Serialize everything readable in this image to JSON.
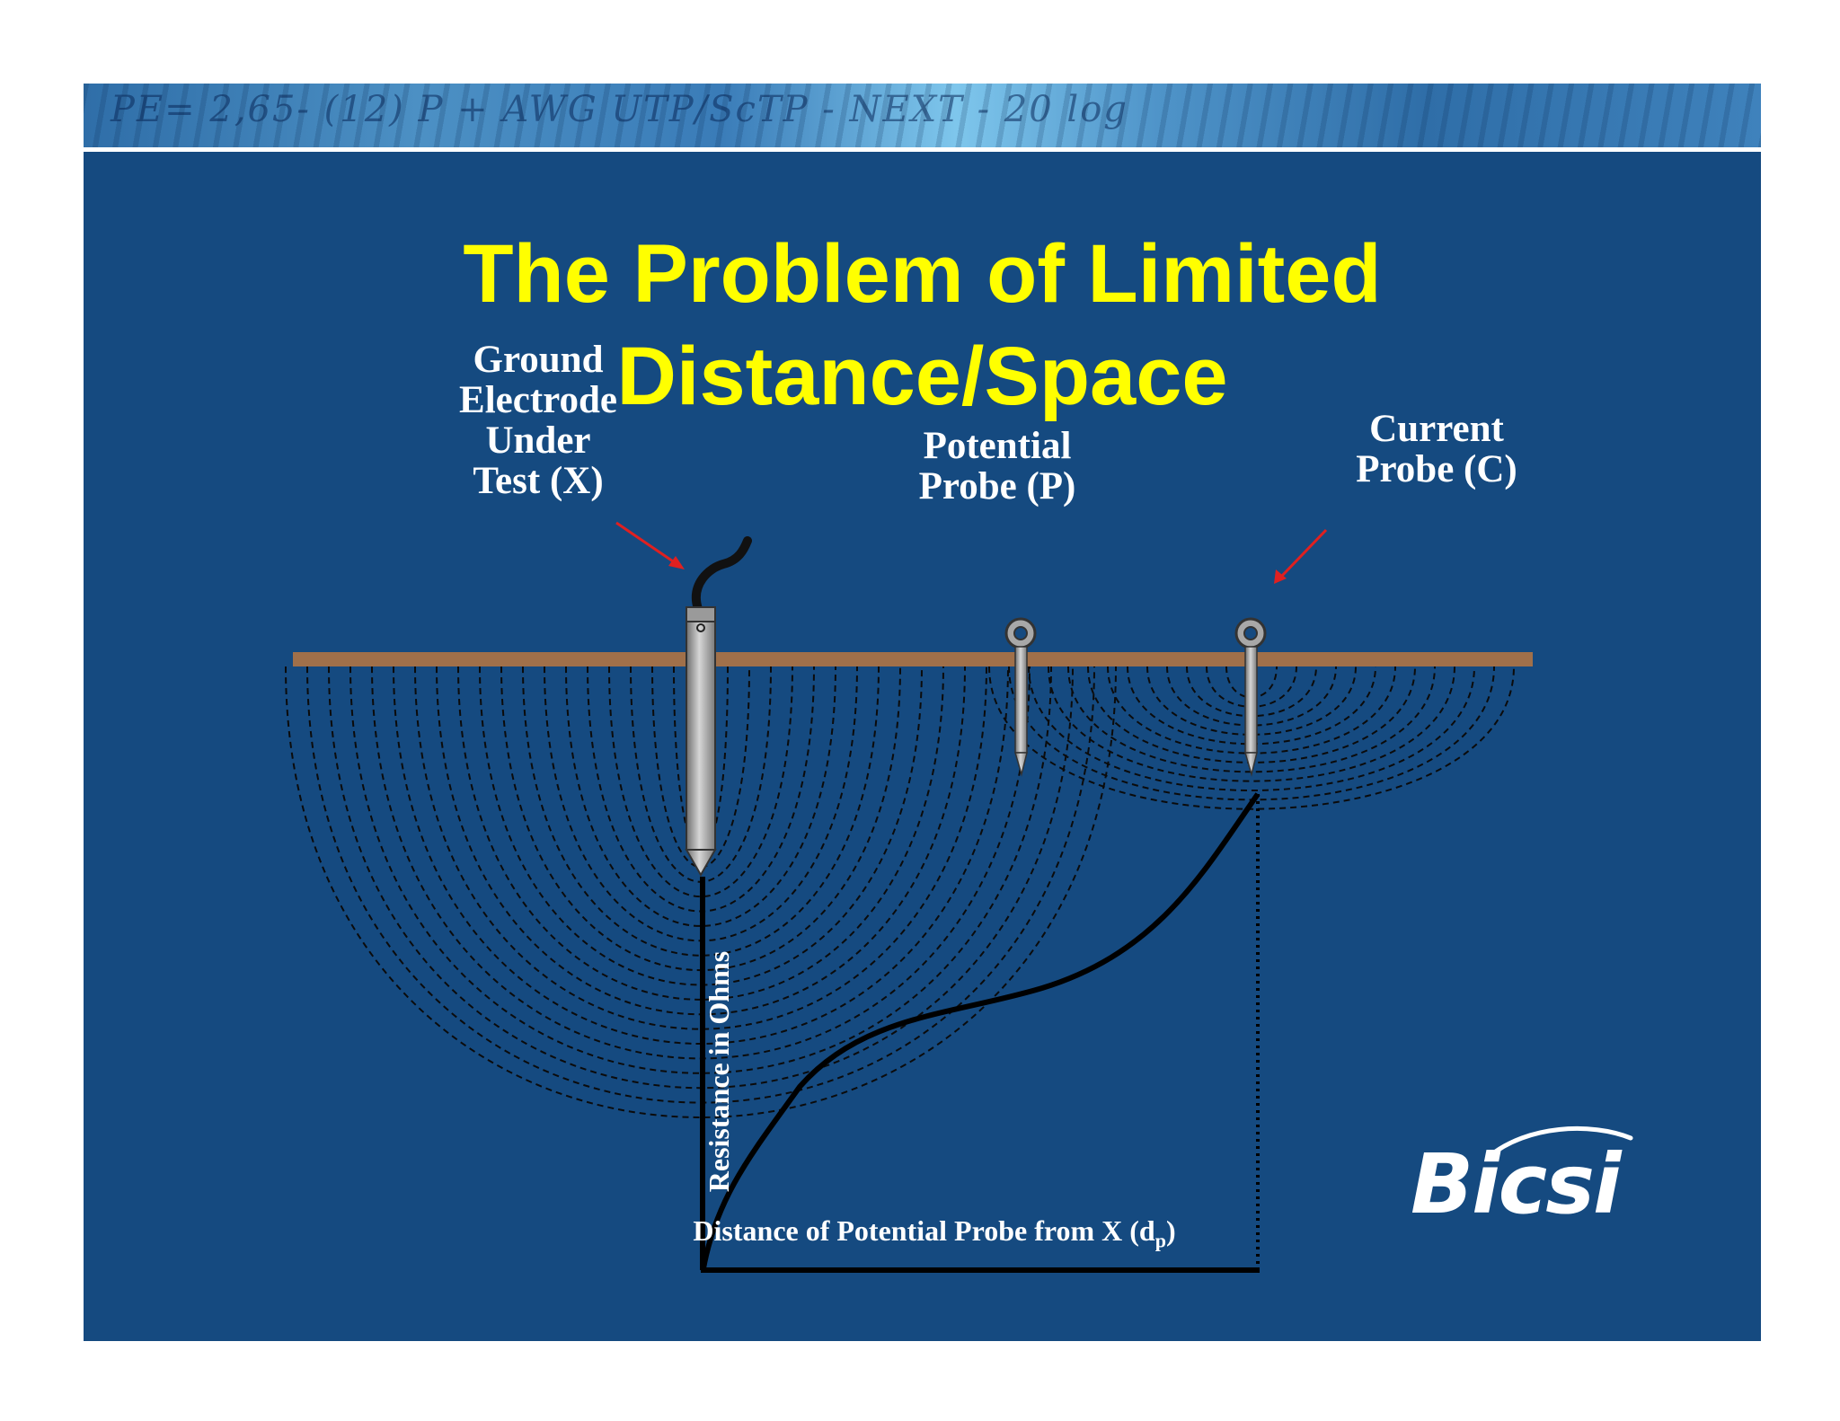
{
  "banner": {
    "text": "PE= 2,65- (12) P + AWG UTP/ScTP  - NEXT - 20 log"
  },
  "title": {
    "line1": "The Problem of Limited",
    "line2": "Distance/Space"
  },
  "labels": {
    "ground_electrode": [
      "Ground",
      "Electrode",
      "Under",
      "Test (X)"
    ],
    "potential_probe": [
      "Potential",
      "Probe (P)"
    ],
    "current_probe": [
      "Current",
      "Probe (C)"
    ]
  },
  "axes": {
    "ylabel": "Resistance in Ohms",
    "xlabel": "Distance of Potential Probe from X (d",
    "xlabel_sub": "p",
    "xlabel_end": ")"
  },
  "logo": {
    "text": "Bicsi"
  },
  "colors": {
    "background": "#154a80",
    "title": "#ffff00",
    "ground_surface": "#a0704a",
    "arrow": "#e02020",
    "probe_metal": "#a8a8a8"
  }
}
